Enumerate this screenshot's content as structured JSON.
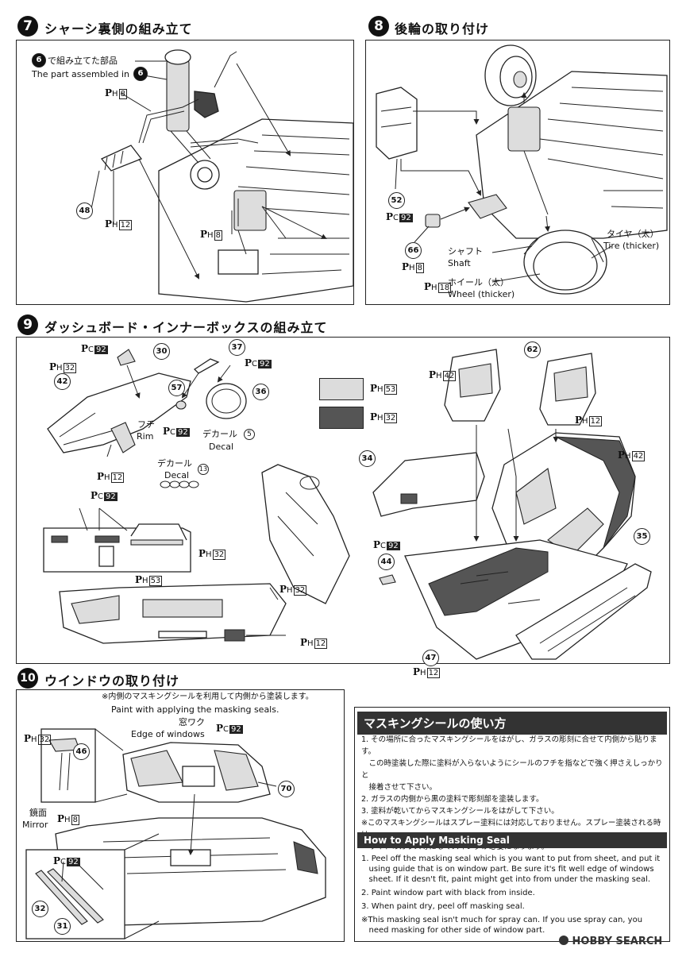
{
  "step7": {
    "num": "7",
    "title": "シャーシ裏側の組み立て",
    "note_jp_num": "6",
    "note_jp": "で組み立てた部品",
    "note_en": "The part assembled in",
    "note_en_num": "6",
    "ph1": "8",
    "ph2": "12",
    "ph3": "8",
    "part48": "48"
  },
  "step8": {
    "num": "8",
    "title": "後輪の取り付け",
    "part52": "52",
    "pc52": "92",
    "part66": "66",
    "ph66": "8",
    "ph_wheel": "18",
    "shaft_jp": "シャフト",
    "shaft_en": "Shaft",
    "tire_jp": "タイヤ（太）",
    "tire_en": "Tire (thicker)",
    "wheel_jp": "ホイール（太）",
    "wheel_en": "Wheel (thicker)"
  },
  "step9": {
    "num": "9",
    "title": "ダッシュボード・インナーボックスの組み立て",
    "pc30": "92",
    "part30": "30",
    "part37": "37",
    "pc37": "92",
    "ph42a": "32",
    "part42": "42",
    "part57": "57",
    "part36": "36",
    "rim_jp": "フチ",
    "rim_en": "Rim",
    "pc_rim": "92",
    "decal5_jp": "デカール",
    "decal5_num": "5",
    "decal5_en": "Decal",
    "ph12a": "12",
    "decal13_jp": "デカール",
    "decal13_num": "13",
    "decal13_en": "Decal",
    "pc_cluster": "92",
    "ph32a": "32",
    "ph53": "53",
    "ph32b": "32",
    "ph12b": "12",
    "swatch1_ph": "53",
    "swatch2_ph": "32",
    "part62": "62",
    "ph42b": "42",
    "ph12c": "12",
    "ph42c": "42",
    "part34": "34",
    "part35": "35",
    "pc44": "92",
    "part44": "44",
    "part47": "47",
    "ph47": "12"
  },
  "step10": {
    "num": "10",
    "title": "ウインドウの取り付け",
    "note_jp": "※内側のマスキングシールを利用して内側から塗装します。",
    "note_en": "Paint with applying the masking seals.",
    "edge_jp": "窓ワク",
    "edge_en": "Edge of windows",
    "pc_edge": "92",
    "ph46": "32",
    "part46": "46",
    "part70": "70",
    "mirror_jp": "鏡面",
    "mirror_en": "Mirror",
    "ph_mirror": "8",
    "pc_inset": "92",
    "part32": "32",
    "part31": "31"
  },
  "masking": {
    "title_jp": "マスキングシールの使い方",
    "jp_lines": [
      "1. その場所に合ったマスキングシールをはがし、ガラスの彫刻に合せて内側から貼ります。",
      "　この時塗装した際に塗料が入らないようにシールのフチを指などで強く押さえしっかりと",
      "　接着させて下さい。",
      "2. ガラスの内側から黒の塗料で彫刻部を塗装します。",
      "3. 塗料が乾いてからマスキングシールをはがして下さい。",
      "※このマスキングシールはスプレー塗料には対応しておりません。スプレー塗装される時は、",
      "　サイドのガラス等にもマスキングが必要になります。"
    ],
    "title_en": "How to Apply Masking Seal",
    "en_lines": [
      "1. Peel off the masking seal which is you want to put from sheet, and put it",
      "   using guide that is on window part. Be sure it's fit well edge of windows",
      "   sheet. If it desn't fit, paint might get into from under the masking seal.",
      "2. Paint window part with black from inside.",
      "3. When paint dry, peel off masking seal.",
      "※This masking seal isn't much for spray can. If you use spray can, you",
      "   need masking for other side of window part."
    ]
  },
  "watermark": "HOBBY SEARCH",
  "colors": {
    "swatch_light": "#dcdcdc",
    "swatch_dark": "#555555",
    "step_bg": "#111111"
  }
}
